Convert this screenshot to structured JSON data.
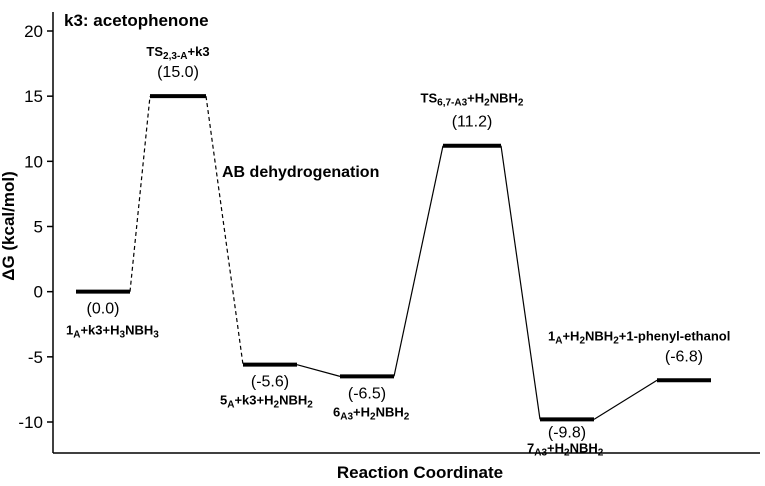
{
  "chart_data": {
    "type": "line",
    "title": "k3: acetophenone",
    "ylabel": "ΔG (kcal/mol)",
    "xlabel": "Reaction Coordinate",
    "ylim": [
      -12.5,
      21
    ],
    "yticks": [
      -10,
      -5,
      0,
      5,
      10,
      15,
      20
    ],
    "ytick_labels": [
      "-10",
      "-5",
      "0",
      "5",
      "10",
      "15",
      "20"
    ],
    "grid": false,
    "annotation": "AB dehydrogenation",
    "levels": [
      {
        "id": "s1",
        "value": 0.0,
        "value_label": "(0.0)",
        "label_parts": [
          {
            "t": "1"
          },
          {
            "t": "A",
            "sub": true
          },
          {
            "t": "+k3+H"
          },
          {
            "t": "3",
            "sub": true
          },
          {
            "t": "NBH"
          },
          {
            "t": "3",
            "sub": true
          }
        ]
      },
      {
        "id": "ts1",
        "value": 15.0,
        "value_label": "(15.0)",
        "label_parts": [
          {
            "t": "TS"
          },
          {
            "t": "2,3-A",
            "sub": true
          },
          {
            "t": "+k3"
          }
        ]
      },
      {
        "id": "s5",
        "value": -5.6,
        "value_label": "(-5.6)",
        "label_parts": [
          {
            "t": "5"
          },
          {
            "t": "A",
            "sub": true
          },
          {
            "t": "+k3+H"
          },
          {
            "t": "2",
            "sub": true
          },
          {
            "t": "NBH"
          },
          {
            "t": "2",
            "sub": true
          }
        ]
      },
      {
        "id": "s6",
        "value": -6.5,
        "value_label": "(-6.5)",
        "label_parts": [
          {
            "t": "6"
          },
          {
            "t": "A3",
            "sub": true
          },
          {
            "t": "+H"
          },
          {
            "t": "2",
            "sub": true
          },
          {
            "t": "NBH"
          },
          {
            "t": "2",
            "sub": true
          }
        ]
      },
      {
        "id": "ts2",
        "value": 11.2,
        "value_label": "(11.2)",
        "label_parts": [
          {
            "t": "TS"
          },
          {
            "t": "6,7-A3",
            "sub": true
          },
          {
            "t": "+H"
          },
          {
            "t": "2",
            "sub": true
          },
          {
            "t": "NBH"
          },
          {
            "t": "2",
            "sub": true
          }
        ]
      },
      {
        "id": "s7",
        "value": -9.8,
        "value_label": "(-9.8)",
        "label_parts": [
          {
            "t": "7"
          },
          {
            "t": "A3",
            "sub": true
          },
          {
            "t": "+H"
          },
          {
            "t": "2",
            "sub": true
          },
          {
            "t": "NBH"
          },
          {
            "t": "2",
            "sub": true
          }
        ]
      },
      {
        "id": "s8",
        "value": -6.8,
        "value_label": "(-6.8)",
        "label_parts": [
          {
            "t": "1"
          },
          {
            "t": "A",
            "sub": true
          },
          {
            "t": "+H"
          },
          {
            "t": "2",
            "sub": true
          },
          {
            "t": "NBH"
          },
          {
            "t": "2",
            "sub": true
          },
          {
            "t": "+1-phenyl-ethanol"
          }
        ]
      }
    ],
    "connections": [
      {
        "from": 0,
        "to": 1,
        "style": "dashed"
      },
      {
        "from": 1,
        "to": 2,
        "style": "dashed"
      },
      {
        "from": 2,
        "to": 3,
        "style": "solid"
      },
      {
        "from": 3,
        "to": 4,
        "style": "solid"
      },
      {
        "from": 4,
        "to": 5,
        "style": "solid"
      },
      {
        "from": 5,
        "to": 6,
        "style": "solid"
      }
    ]
  }
}
